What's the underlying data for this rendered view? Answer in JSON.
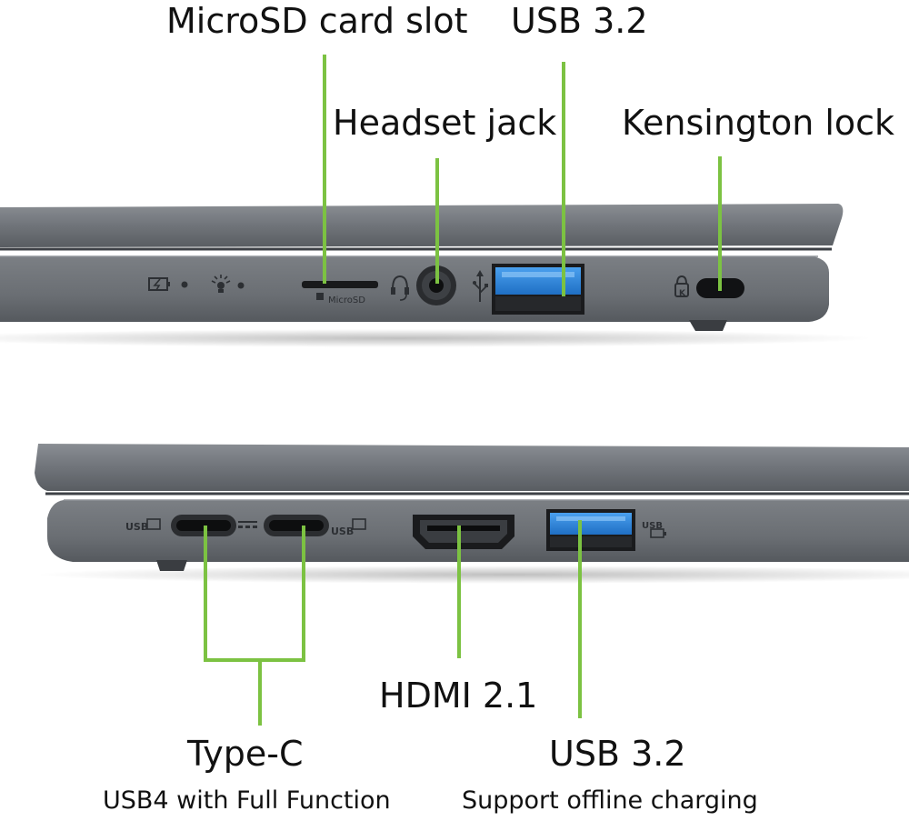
{
  "top_view": {
    "labels": {
      "microsd": "MicroSD card slot",
      "usb_top": "USB 3.2",
      "headset": "Headset jack",
      "kensington": "Kensington lock"
    },
    "port_markings": {
      "microsd": "MicroSD",
      "kensington_key": "K"
    }
  },
  "bottom_view": {
    "labels": {
      "typec": "Type-C",
      "typec_sub": "USB4 with Full Function",
      "hdmi": "HDMI 2.1",
      "usb_bottom": "USB 3.2",
      "usb_bottom_sub": "Support offline charging"
    },
    "port_markings": {
      "usb_left": "USB",
      "usb_right": "USB",
      "usb_charge": "USB"
    }
  },
  "colors": {
    "callout_line": "#7cc242",
    "chassis": "#6f7378",
    "chassis_dark": "#4f5358",
    "usb_blue": "#2f86d8"
  }
}
